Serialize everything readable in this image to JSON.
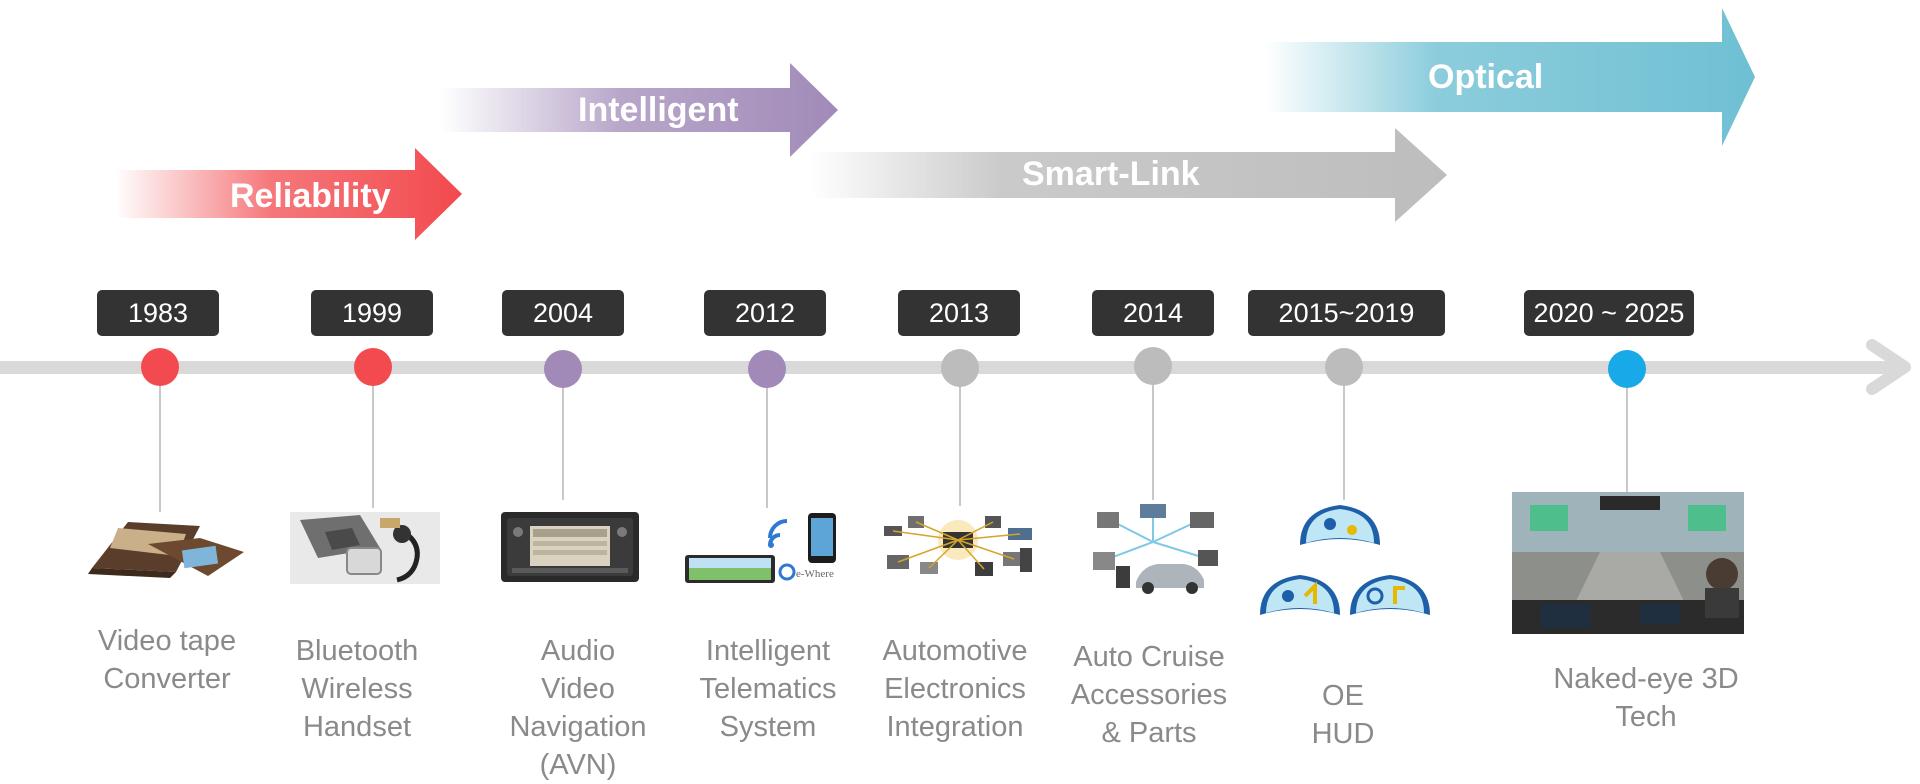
{
  "themes": [
    {
      "label": "Reliability",
      "color": "#f24a4e"
    },
    {
      "label": "Intelligent",
      "color": "#a18ab8"
    },
    {
      "label": "Smart-Link",
      "color": "#bdbdbd"
    },
    {
      "label": "Optical",
      "color": "#6fc0d3"
    }
  ],
  "milestones": [
    {
      "year": "1983",
      "dot_color": "#f24a4e",
      "label": [
        "Video tape",
        "Converter"
      ],
      "icon": "video-tape-converter-icon"
    },
    {
      "year": "1999",
      "dot_color": "#f24a4e",
      "label": [
        "Bluetooth",
        "Wireless",
        "Handset"
      ],
      "icon": "bluetooth-handset-icon"
    },
    {
      "year": "2004",
      "dot_color": "#a18ab8",
      "label": [
        "Audio",
        "Video",
        "Navigation",
        "(AVN)"
      ],
      "icon": "car-head-unit-icon"
    },
    {
      "year": "2012",
      "dot_color": "#a18ab8",
      "label": [
        "Intelligent",
        "Telematics",
        "System"
      ],
      "icon": "telematics-devices-icon",
      "image_text": "e-Where"
    },
    {
      "year": "2013",
      "dot_color": "#bcbcbc",
      "label": [
        "Automotive",
        "Electronics",
        "Integration"
      ],
      "icon": "electronics-integration-icon"
    },
    {
      "year": "2014",
      "dot_color": "#bcbcbc",
      "label": [
        "Auto Cruise",
        "Accessories",
        "& Parts"
      ],
      "icon": "connected-car-icon"
    },
    {
      "year": "2015~2019",
      "dot_color": "#bcbcbc",
      "label": [
        "OE",
        "HUD"
      ],
      "icon": "hud-display-icon"
    },
    {
      "year": "2020 ~ 2025",
      "dot_color": "#17a9e8",
      "label": [
        "Naked-eye 3D",
        "Tech"
      ],
      "icon": "naked-eye-3d-hud-icon"
    }
  ],
  "colors": {
    "timeline": "#d9d9d9",
    "badge": "#333333",
    "label_text": "#8a8a8a"
  }
}
